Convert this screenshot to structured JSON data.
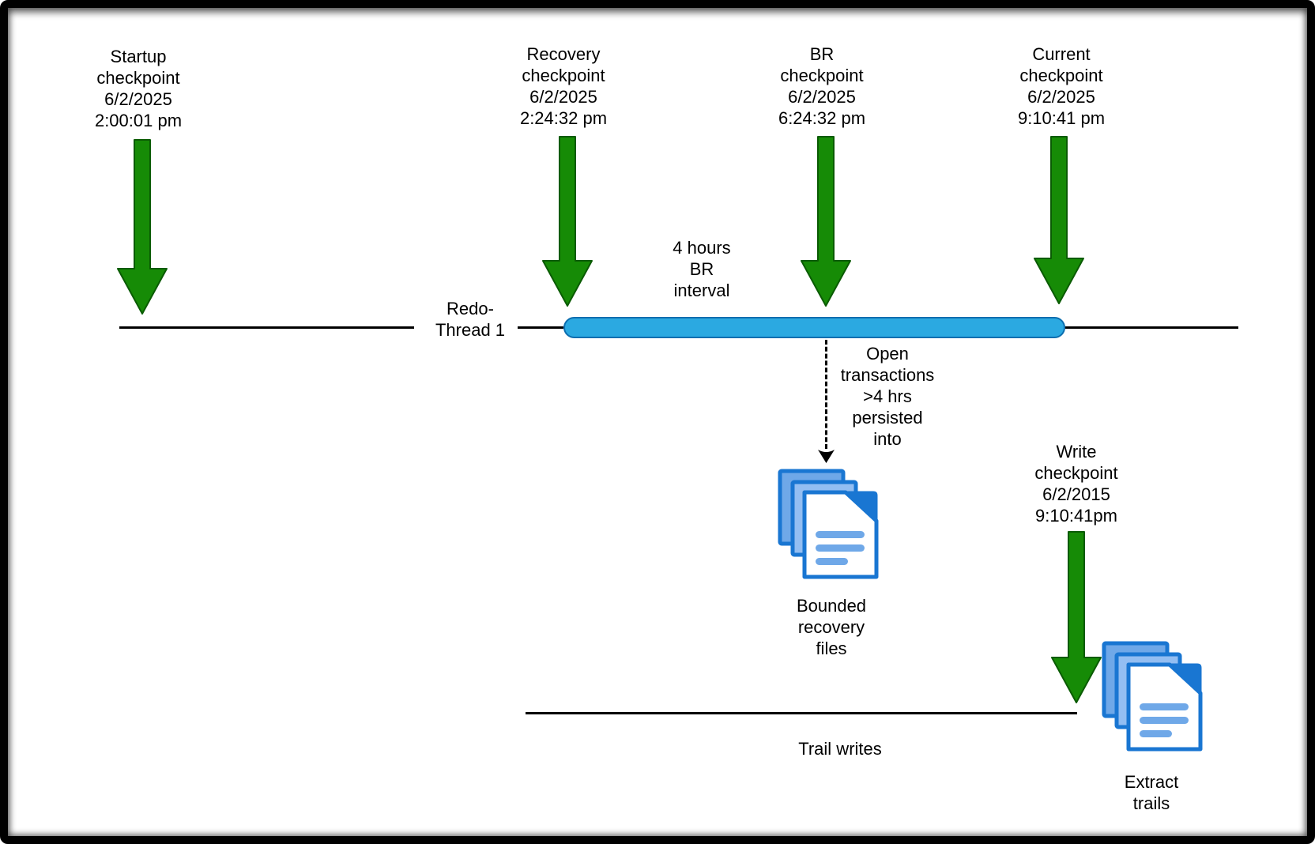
{
  "checkpoints": [
    {
      "name": "startup",
      "lines": [
        "Startup",
        "checkpoint",
        "6/2/2025",
        "2:00:01 pm"
      ]
    },
    {
      "name": "recovery",
      "lines": [
        "Recovery",
        "checkpoint",
        "6/2/2025",
        "2:24:32 pm"
      ]
    },
    {
      "name": "br",
      "lines": [
        "BR",
        "checkpoint",
        "6/2/2025",
        "6:24:32 pm"
      ]
    },
    {
      "name": "current",
      "lines": [
        "Current",
        "checkpoint",
        "6/2/2025",
        "9:10:41 pm"
      ]
    }
  ],
  "write_checkpoint": {
    "lines": [
      "Write",
      "checkpoint",
      "6/2/2015",
      "9:10:41pm"
    ]
  },
  "timeline": {
    "redo_thread": [
      "Redo-",
      "Thread 1"
    ],
    "br_interval": [
      "4 hours",
      "BR",
      "interval"
    ],
    "open_transactions": [
      "Open",
      "transactions",
      ">4 hrs",
      "persisted",
      "into"
    ]
  },
  "files": {
    "bounded_recovery": [
      "Bounded",
      "recovery",
      "files"
    ],
    "extract_trails": [
      "Extract",
      "trails"
    ]
  },
  "trail_writes_label": "Trail writes",
  "icons": {
    "checkpoint_arrow": "green-down-arrow-icon",
    "open_transactions_arrow": "dashed-down-arrow-icon",
    "file_stack": "documents-stack-icon"
  },
  "colors": {
    "arrow_green": "#168B06",
    "arrow_green_border": "#0A5B03",
    "bar_blue": "#2BA9E1",
    "bar_blue_border": "#0C6EAF",
    "doc_blue": "#1976D2",
    "doc_back_fill": "#6FA8E8",
    "doc_mid_fill": "#93BEF2",
    "doc_line": "#6FA8E8"
  }
}
